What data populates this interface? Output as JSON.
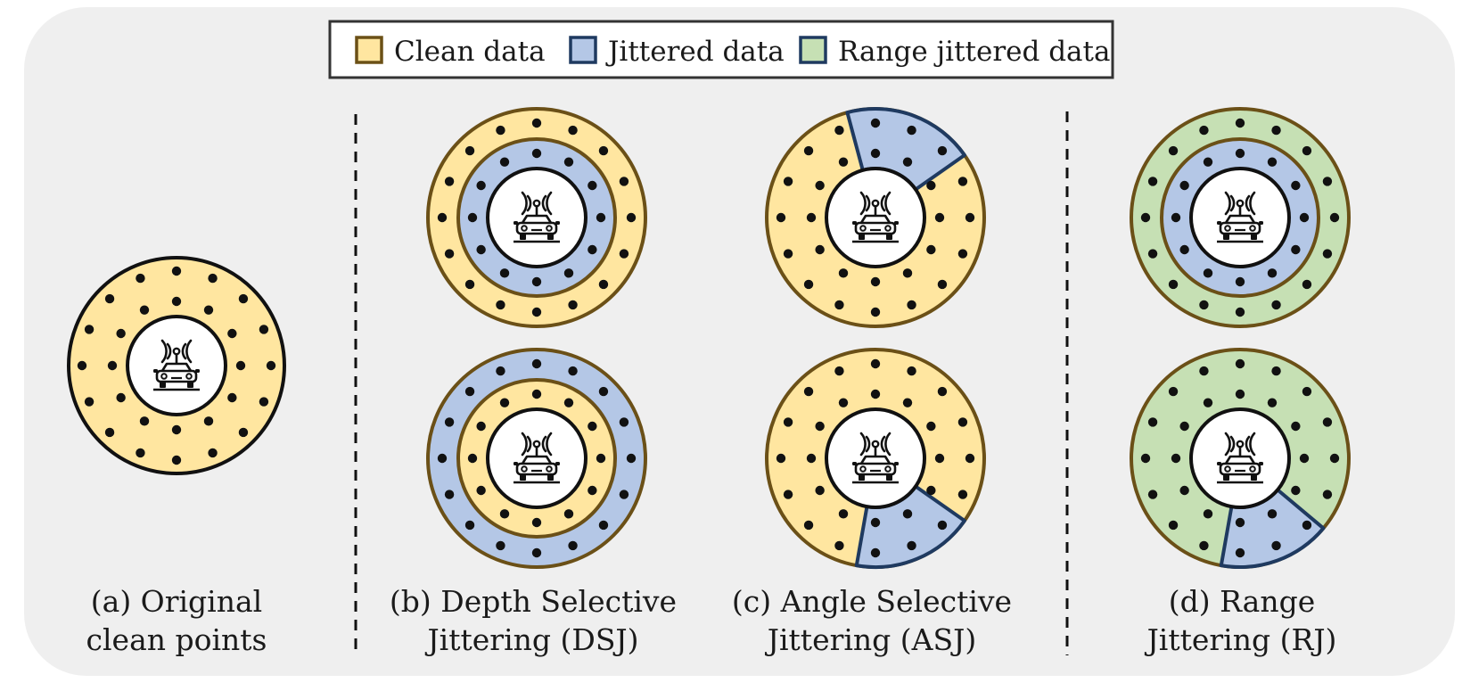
{
  "legend": {
    "items": [
      {
        "label": "Clean data",
        "fill": "#FFE6A0",
        "stroke": "#6B5017"
      },
      {
        "label": "Jittered data",
        "fill": "#B4C7E6",
        "stroke": "#1F3A60"
      },
      {
        "label": "Range jittered data",
        "fill": "#C6E0B4",
        "stroke": "#1F3A60"
      }
    ]
  },
  "colors": {
    "panel_bg": "#EFEFEF",
    "clean": "#FFE6A0",
    "jittered": "#B4C7E6",
    "range": "#C6E0B4",
    "ring_stroke": "#6B5017",
    "jitter_stroke": "#1F3A60"
  },
  "captions": {
    "a": [
      "(a) Original",
      "clean points"
    ],
    "b": [
      "(b) Depth Selective",
      "Jittering (DSJ)"
    ],
    "c": [
      "(c) Angle Selective",
      "Jittering (ASJ)"
    ],
    "d": [
      "(d) Range",
      "Jittering (RJ)"
    ]
  },
  "diagrams": [
    {
      "id": "a-original",
      "type": "rings",
      "outer": "clean",
      "inner": "clean",
      "outline": "black"
    },
    {
      "id": "b-dsj-top",
      "type": "rings",
      "outer": "clean",
      "inner": "jittered",
      "outline": "brown"
    },
    {
      "id": "b-dsj-bottom",
      "type": "rings",
      "outer": "jittered",
      "inner": "clean",
      "outline": "brown"
    },
    {
      "id": "c-asj-top",
      "type": "sector",
      "base": "clean",
      "wedge": "jittered",
      "wedge_deg": [
        -105,
        -35
      ]
    },
    {
      "id": "c-asj-bottom",
      "type": "sector",
      "base": "clean",
      "wedge": "jittered",
      "wedge_deg": [
        35,
        100
      ]
    },
    {
      "id": "d-rj-top",
      "type": "rings",
      "outer": "range",
      "inner": "jittered",
      "outline": "brown"
    },
    {
      "id": "d-rj-bottom",
      "type": "sector",
      "base": "range",
      "wedge": "jittered",
      "wedge_deg": [
        40,
        100
      ]
    }
  ],
  "icons": {
    "center": "car-radar-icon"
  }
}
